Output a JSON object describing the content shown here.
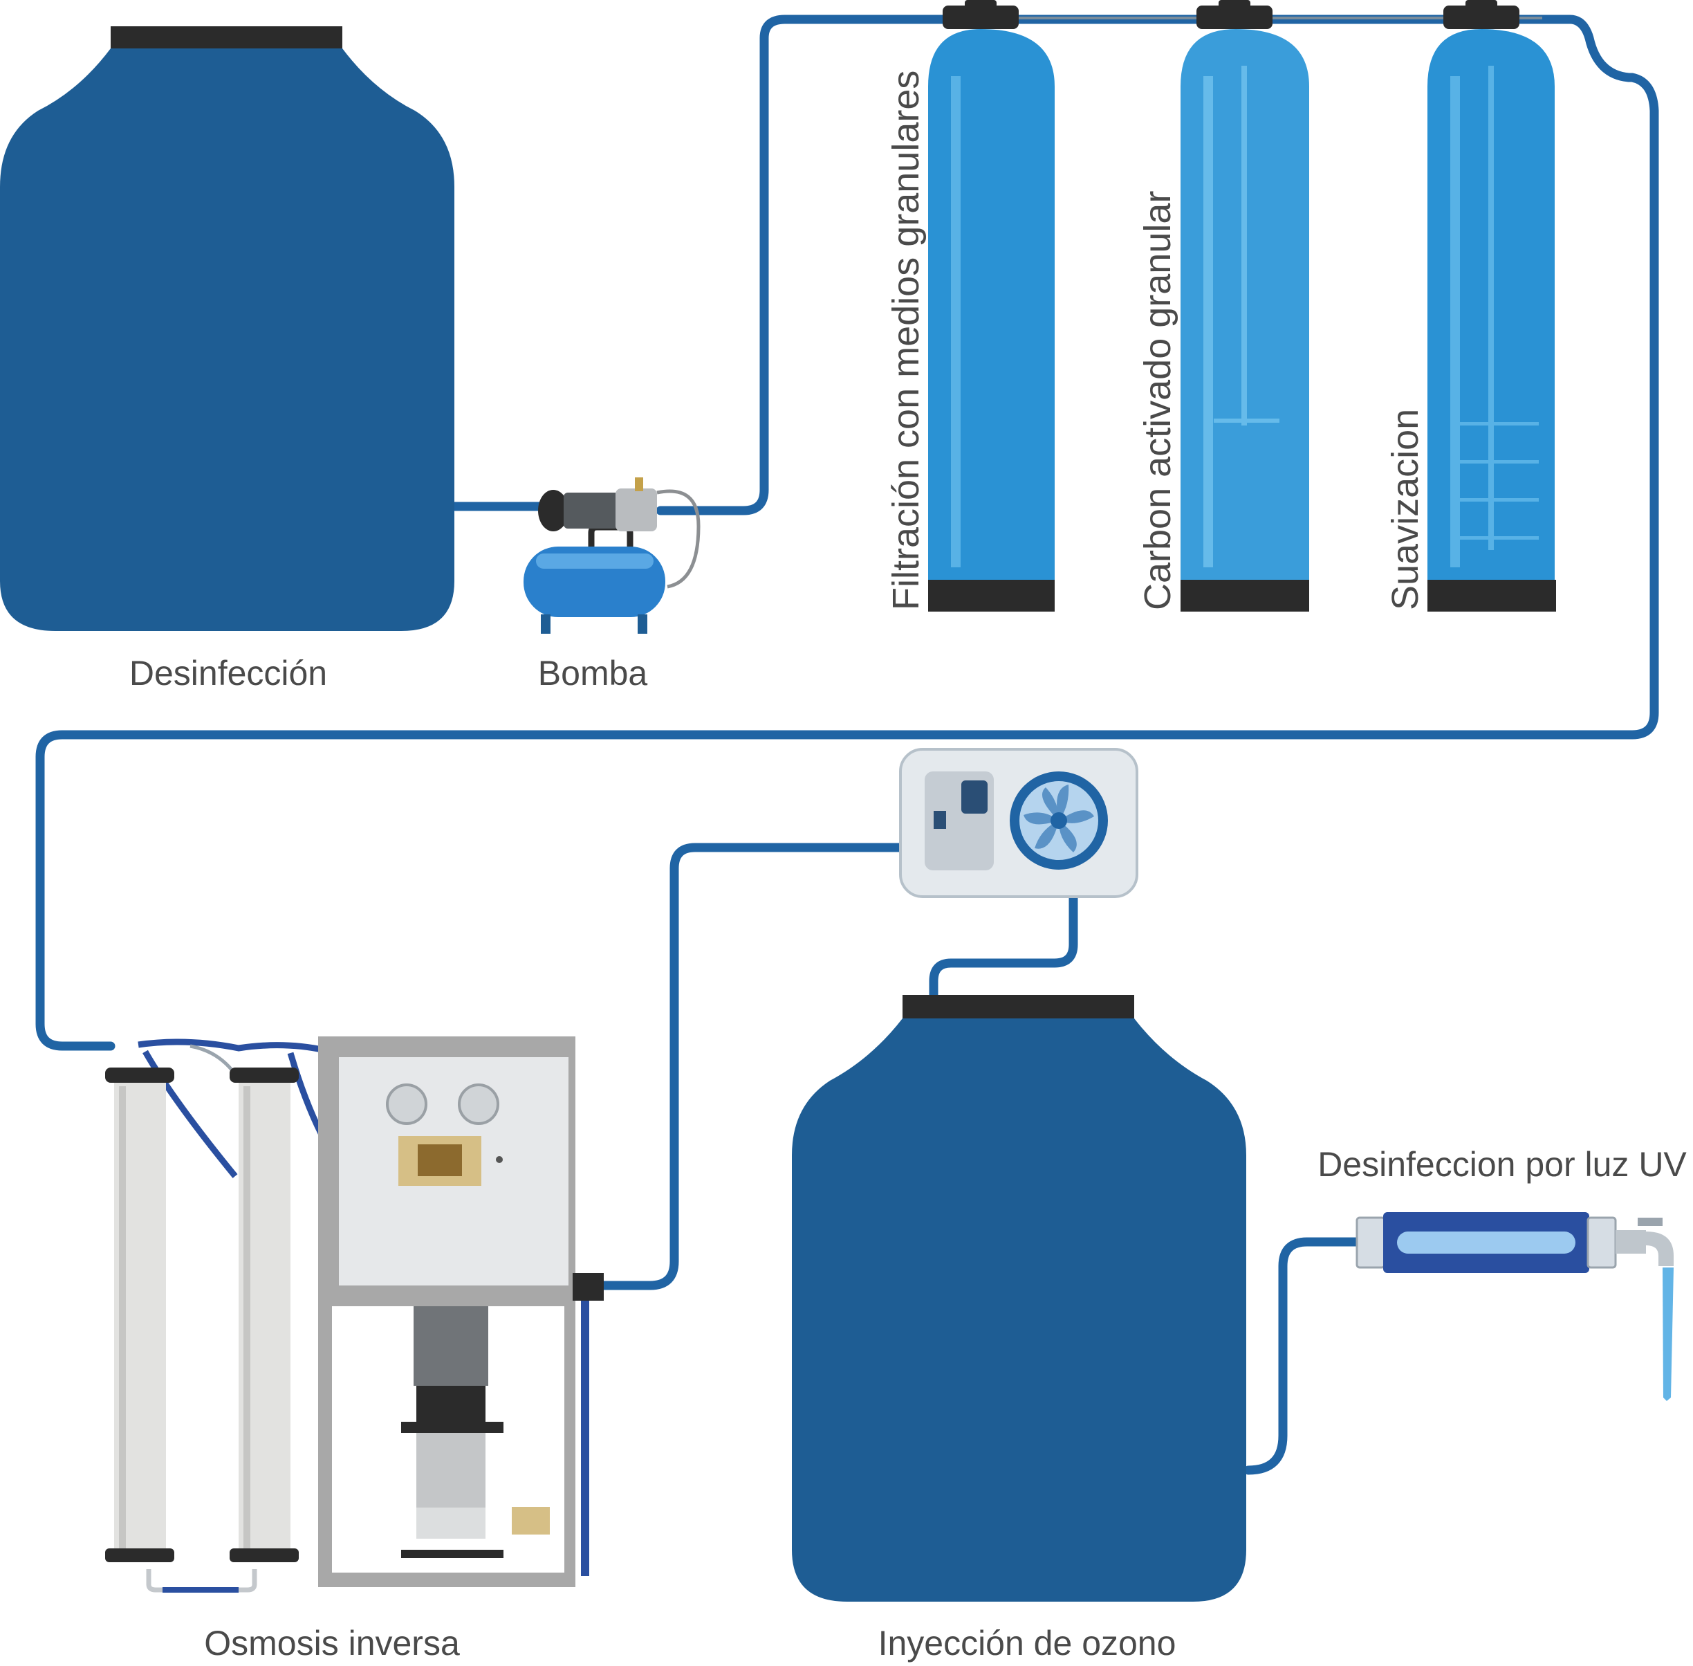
{
  "labels": {
    "desinfeccion": "Desinfección",
    "bomba": "Bomba",
    "filtracion": "Filtración con medios granulares",
    "carbon": "Carbon activado granular",
    "suavizacion": "Suavizacion",
    "osmosis": "Osmosis inversa",
    "ozono": "Inyección de ozono",
    "uv": "Desinfeccion por luz UV"
  },
  "colors": {
    "tank": "#1e5d94",
    "pipe": "#2064a4",
    "column": "#2a92d4",
    "column_highlight": "#58b2e6",
    "cap": "#333333",
    "frame_gray": "#a8a8a8",
    "panel": "#e6e8ea",
    "cartridge": "#e2e2e0",
    "accent_tan": "#d6bf86",
    "label_text": "#4a4a4a"
  }
}
